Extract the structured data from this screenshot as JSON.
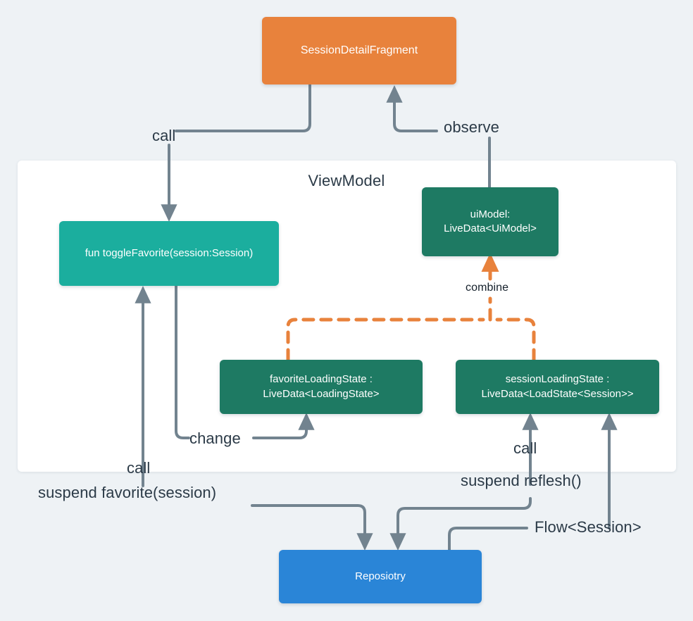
{
  "diagram": {
    "title": "Android ViewModel data flow",
    "container": {
      "label": "ViewModel"
    },
    "nodes": {
      "fragment": {
        "label": "SessionDetailFragment",
        "color": "#e8823c"
      },
      "toggle_favorite": {
        "label": "fun toggleFavorite(session:Session)",
        "color": "#1bae9e"
      },
      "ui_model": {
        "line1": "uiModel:",
        "line2": "LiveData<UiModel>",
        "color": "#1e7a63"
      },
      "favorite_loading_state": {
        "line1": "favoriteLoadingState :",
        "line2": "LiveData<LoadingState>",
        "color": "#1e7a63"
      },
      "session_loading_state": {
        "line1": "sessionLoadingState :",
        "line2": "LiveData<LoadState<Session>>",
        "color": "#1e7a63"
      },
      "repository": {
        "label": "Reposiotry",
        "color": "#2a85d7"
      }
    },
    "edges": {
      "call_toggle": "call",
      "observe": "observe",
      "combine": "combine",
      "change": "change",
      "call_favorite": "call",
      "suspend_favorite": "suspend favorite(session)",
      "call_refresh": "call",
      "suspend_refresh": "suspend reflesh()",
      "flow_session": "Flow<Session>"
    },
    "colors": {
      "background": "#eef2f5",
      "panel": "#ffffff",
      "wire": "#72838f",
      "dashed_wire": "#e8823c",
      "text": "#2b3a47"
    }
  }
}
